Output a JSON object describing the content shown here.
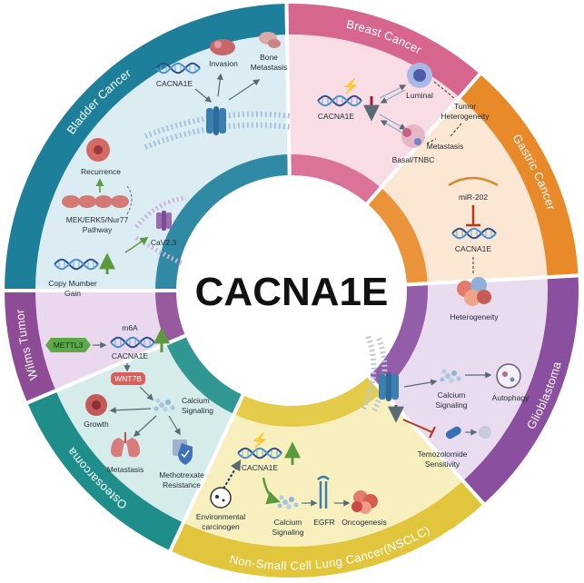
{
  "center_label": "CACNA1E",
  "sectors": {
    "bladder": {
      "title": "Bladder Cancer",
      "gene": "CACNA1E",
      "invasion": "Invasion",
      "bone1": "Bone",
      "bone2": "Metastasis"
    },
    "breast": {
      "title": "Breast Cancer",
      "gene": "CACNA1E",
      "luminal": "Luminal",
      "tumor1": "Tumor",
      "tumor2": "Heterogeneity",
      "metastasis": "Metastasis",
      "basal": "Basal/TNBC"
    },
    "gastric": {
      "title": "Gastric   Cancer",
      "mirna": "miR-202",
      "gene": "CACNA1E",
      "heterogeneity": "Heterogeneity"
    },
    "glioblastoma": {
      "title": "Glioblastoma",
      "calcium1": "Calcium",
      "calcium2": "Signaling",
      "autophagy": "Autophagy",
      "tmz1": "Temozolomide",
      "tmz2": "Sensitivity"
    },
    "nsclc": {
      "title": "Non-Small   Cell Lung   Cancer(NSCLC)",
      "gene": "CACNA1E",
      "env1": "Environmental",
      "env2": "carcinogen",
      "calcium1": "Calcium",
      "calcium2": "Signaling",
      "egfr": "EGFR",
      "oncogenesis": "Oncogenesis"
    },
    "osteosarcoma": {
      "title": "Osteosarcoma",
      "mettl3": "METTL3",
      "m6a": "m6A",
      "gene": "CACNA1E",
      "wnt7b": "WNT7B",
      "calcium1": "Calcium",
      "calcium2": "Signaling",
      "growth": "Growth",
      "metastasis": "Metastasis",
      "mtx1": "Methotrexate",
      "mtx2": "Resistance"
    },
    "wilms": {
      "title": "Wilms Tumor",
      "recurrence": "Recurrence",
      "pathway1": "MEK/ERK5/Nur77",
      "pathway2": "Pathway",
      "cav": "CaV2.3",
      "cnv1": "Copy Mumber",
      "cnv2": "Gain"
    }
  },
  "colors": {
    "bladder": "#1d7f9a",
    "breast": "#d7668f",
    "gastric": "#e8892a",
    "glioblastoma": "#8a4f9e",
    "nsclc": "#e1c63d",
    "osteosarcoma": "#1f8e8a",
    "wilms": "#8e4b96"
  }
}
